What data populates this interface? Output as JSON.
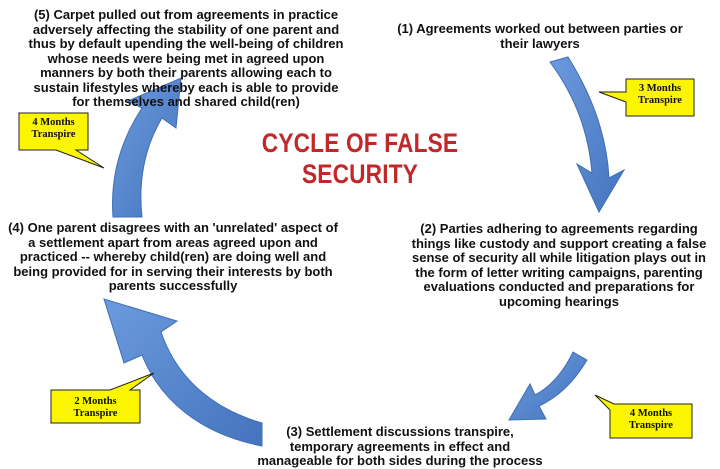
{
  "diagram": {
    "title": "CYCLE OF FALSE SECURITY",
    "title_color": "#c0282a",
    "arrow_color": "#5b8bd0",
    "callout_fill": "#fbf600",
    "steps": [
      {
        "text": "(1) Agreements worked out between parties or their lawyers"
      },
      {
        "text": "(2) Parties adhering to agreements regarding things like custody and support creating a false sense of security all while litigation plays out in the form of letter writing campaigns, parenting evaluations conducted and preparations for upcoming hearings"
      },
      {
        "text": "(3) Settlement discussions transpire, temporary agreements in effect and manageable for both sides during the process"
      },
      {
        "text": "(4) One parent disagrees with an 'unrelated' aspect of a settlement apart from areas agreed upon and practiced -- whereby child(ren) are doing well and being provided for in serving their interests by both parents successfully"
      },
      {
        "text": "(5) Carpet pulled  out from agreements in practice adversely affecting the stability of one parent and thus by default upending the well-being of children whose needs were being met in agreed upon manners by both their parents allowing each to sustain lifestyles whereby each is able to provide for themselves and shared child(ren)"
      }
    ],
    "callouts": [
      {
        "line1": "3 Months",
        "line2": "Transpire"
      },
      {
        "line1": "4 Months",
        "line2": "Transpire"
      },
      {
        "line1": "2 Months",
        "line2": "Transpire"
      },
      {
        "line1": "4 Months",
        "line2": "Transpire"
      }
    ]
  }
}
